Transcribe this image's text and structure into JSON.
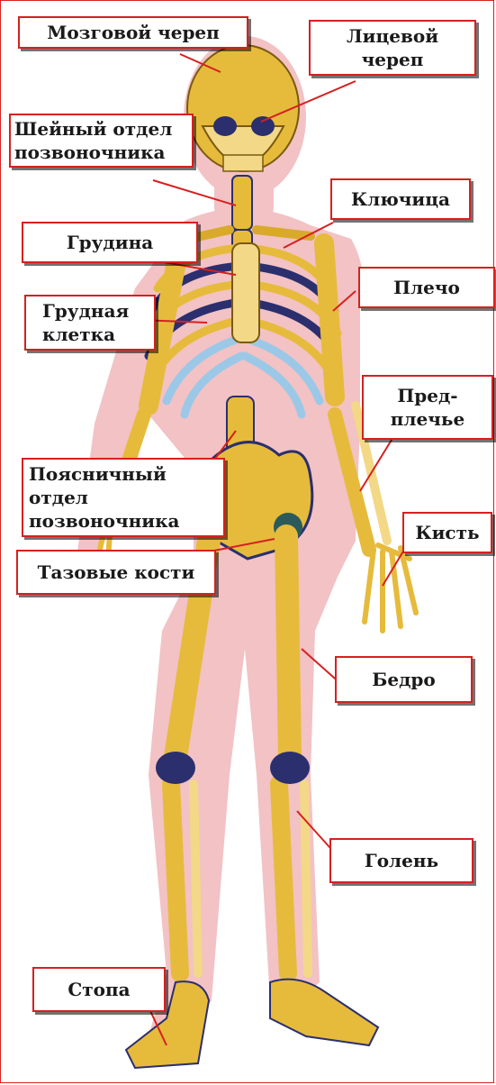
{
  "colors": {
    "border": "#d62020",
    "leader": "#d62020",
    "body_outline": "#f2c2c4",
    "bone": "#e6bb3c",
    "bone_light": "#f3d887",
    "bone_shadow": "#2b2f6e",
    "cartilage": "#9cc8e8"
  },
  "labels": {
    "brain_skull": "Мозговой череп",
    "facial_skull": "Лицевой\nчереп",
    "cervical_spine": "Шейный отдел\nпозвоночника",
    "clavicle": "Ключица",
    "sternum": "Грудина",
    "shoulder": "Плечо",
    "rib_cage": "Грудная\nклетка",
    "forearm": "Пред-\nплечье",
    "lumbar_spine": "Поясничный\nотдел\nпозвоночника",
    "hand": "Кисть",
    "pelvic_bones": "Тазовые кости",
    "thigh": "Бедро",
    "shin": "Голень",
    "foot": "Стопа"
  }
}
